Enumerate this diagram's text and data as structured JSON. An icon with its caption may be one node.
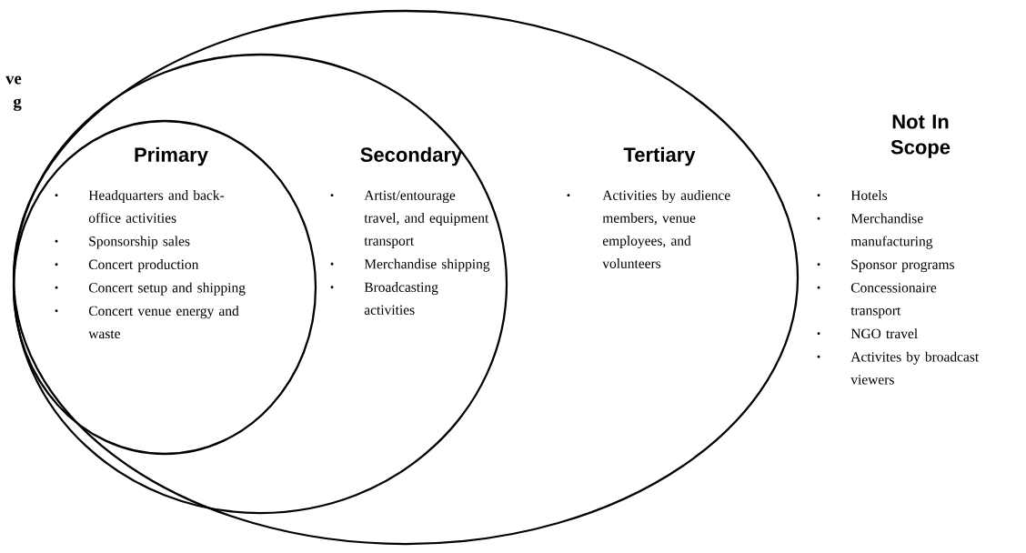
{
  "diagram": {
    "nodes": [
      {
        "text": [
          "Tertiary",
          "Activities by audience members, venue employees, and volunteers"
        ]
      },
      {
        "text": [
          "Secondary",
          "Artist/entourage travel, and equipment transport",
          "Merchandise shipping",
          "Broadcasting activities"
        ],
        "in": 0
      },
      {
        "text": [
          "Primary",
          "Headquarters and back-office activities",
          "Sponsorship sales",
          "Concert production",
          "Concert setup and shipping",
          "Concert venue energy and waste"
        ],
        "in": 1
      }
    ],
    "labels": [
      "ve",
      "g",
      "Not In Scope",
      "Hotels",
      "Merchandise manufacturing",
      "Sponsor programs",
      "Concessionaire transport",
      "NGO travel",
      "Activites by broadcast viewers"
    ]
  }
}
